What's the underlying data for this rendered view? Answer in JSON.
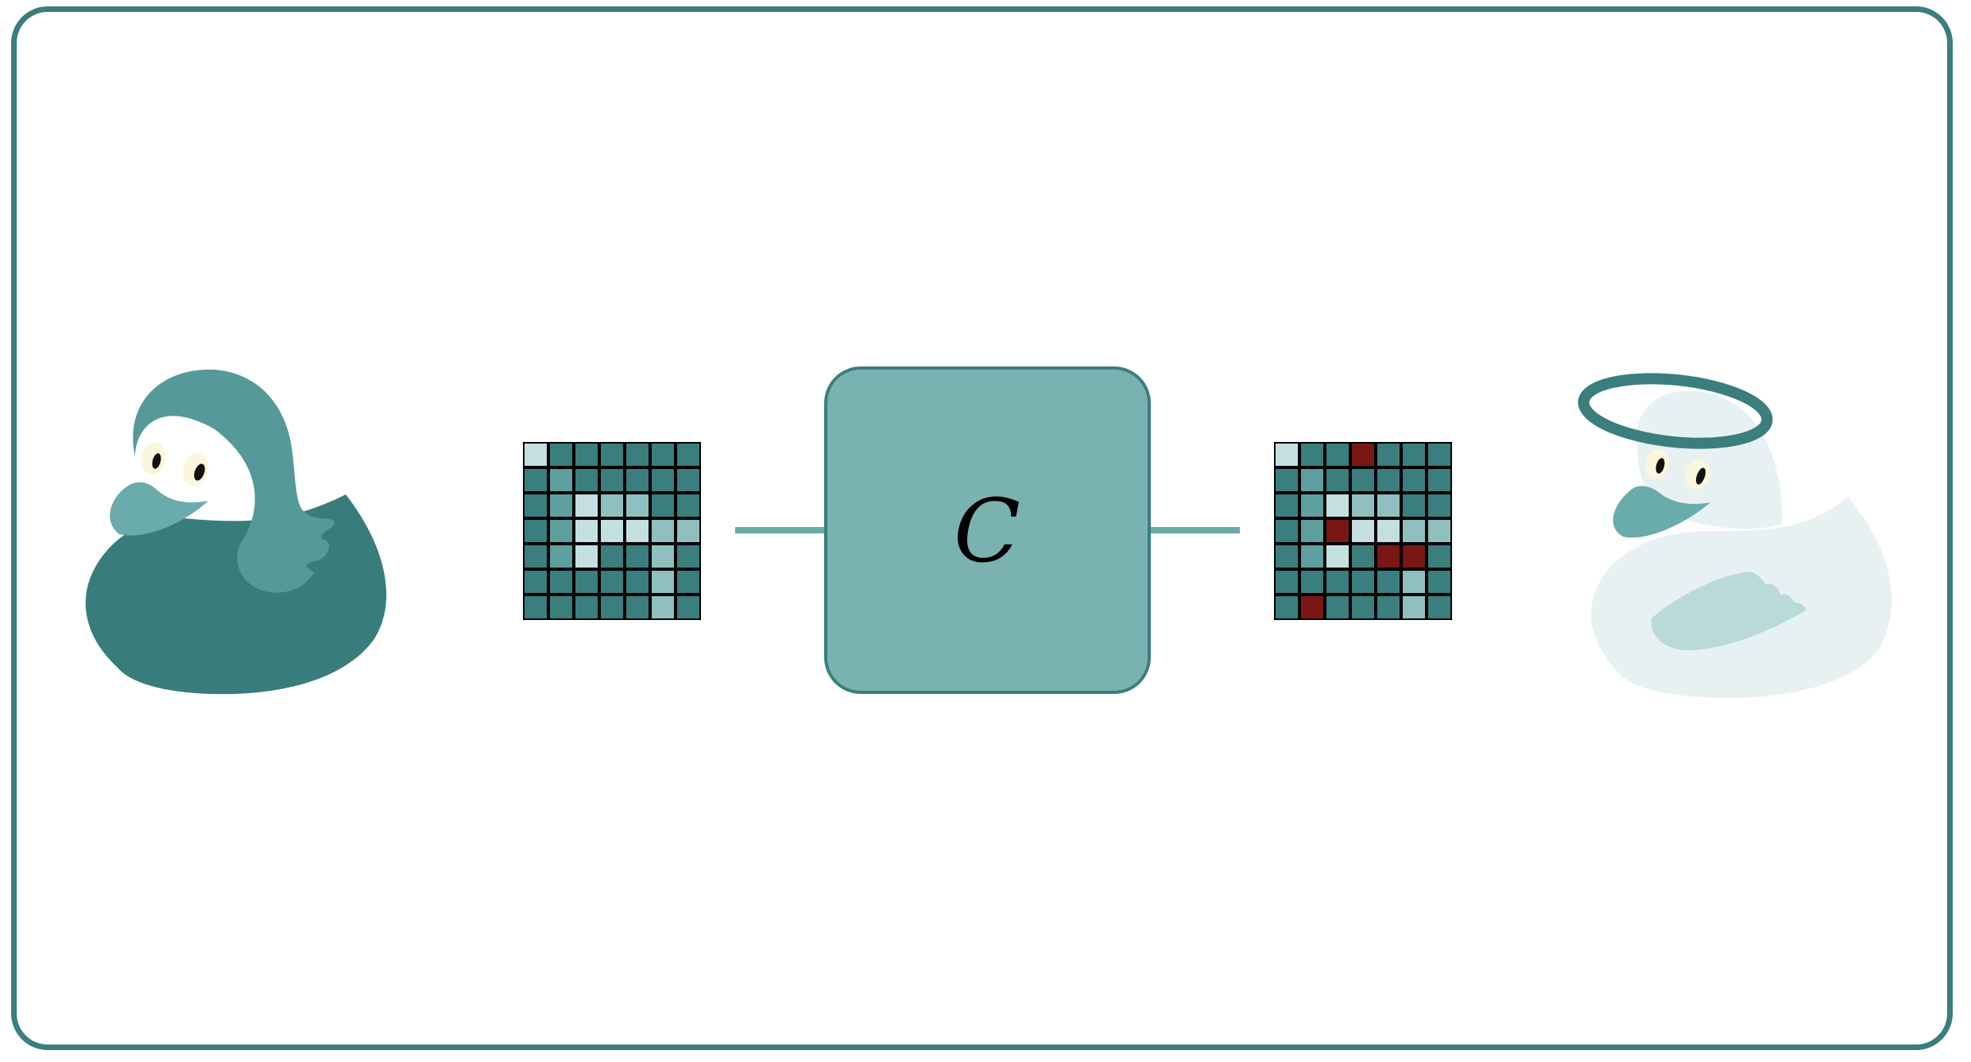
{
  "colors": {
    "frame": "#3a7e7e",
    "dark_teal": "#387c7c",
    "mid_teal": "#559999",
    "teal_light": "#6aabab",
    "box_fill": "#7ab2b2",
    "box_stroke": "#3a7e7e",
    "connector": "#6aa9a5",
    "cell_dark": "#3a7e7e",
    "cell_mid": "#5e9f9f",
    "cell_light": "#8fbfbf",
    "cell_pale": "#c4dfdf",
    "cell_error": "#7a1614",
    "ghost_body": "#e8f1f1",
    "ghost_wing": "#bad9d9",
    "eye_white": "#fbf7dc",
    "pupil": "#111111"
  },
  "operator": {
    "label": "C"
  },
  "grid_input": [
    [
      3,
      0,
      0,
      0,
      0,
      0,
      0
    ],
    [
      0,
      1,
      0,
      0,
      0,
      0,
      0
    ],
    [
      0,
      1,
      3,
      2,
      2,
      0,
      0
    ],
    [
      0,
      1,
      3,
      3,
      3,
      2,
      2
    ],
    [
      0,
      1,
      3,
      0,
      0,
      2,
      0
    ],
    [
      0,
      0,
      0,
      0,
      0,
      2,
      0
    ],
    [
      0,
      0,
      0,
      0,
      0,
      2,
      0
    ]
  ],
  "grid_output": [
    [
      3,
      0,
      0,
      4,
      0,
      0,
      0
    ],
    [
      0,
      1,
      0,
      0,
      0,
      0,
      0
    ],
    [
      0,
      1,
      3,
      2,
      2,
      0,
      0
    ],
    [
      0,
      1,
      4,
      3,
      3,
      2,
      2
    ],
    [
      0,
      1,
      3,
      0,
      4,
      4,
      0
    ],
    [
      0,
      0,
      0,
      0,
      0,
      2,
      0
    ],
    [
      0,
      4,
      0,
      0,
      0,
      2,
      0
    ]
  ]
}
